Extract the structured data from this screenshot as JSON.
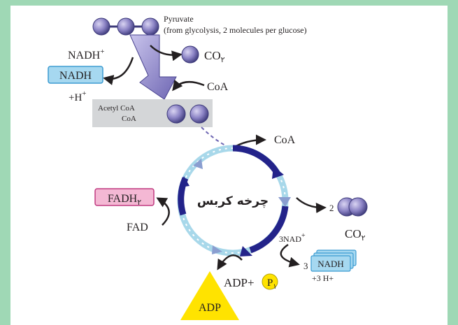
{
  "colors": {
    "frame": "#9fd8b5",
    "panel": "#ffffff",
    "molecule": "#8a82c4",
    "cycle_dark": "#23238a",
    "cycle_light": "#a8d8ea",
    "nadh_fill": "#a6d8f0",
    "fadh_fill": "#f4b8d4",
    "adp_fill": "#ffe300",
    "acetyl_box": "#d4d6d8"
  },
  "top": {
    "pyruvate_label": "Pyruvate",
    "pyruvate_note": "(from glycolysis, 2 molecules per glucose)",
    "nadh_plus": "NADH",
    "nadh_plus_sup": "+",
    "nadh_box": "NADH",
    "h_plus": "+H",
    "h_plus_sup": "+",
    "co2": "CO",
    "co2_sub": "۲",
    "coa": "CoA"
  },
  "acetyl": {
    "line1": "Acetyl CoA",
    "line2": "CoA"
  },
  "cycle": {
    "title": "چرخه کربس",
    "coa_out": "CoA",
    "co2_count": "2",
    "co2": "CO",
    "co2_sub": "۲",
    "fadh": "FADH",
    "fadh_sub": "۲",
    "fad": "FAD",
    "nad": "3NAD",
    "nad_sup": "+",
    "nadh_count": "3",
    "nadh_box": "NADH",
    "h3": "+3 H+",
    "adp_plus": "ADP+",
    "pi": "P",
    "pi_sub": "۱",
    "adp": "ADP"
  }
}
